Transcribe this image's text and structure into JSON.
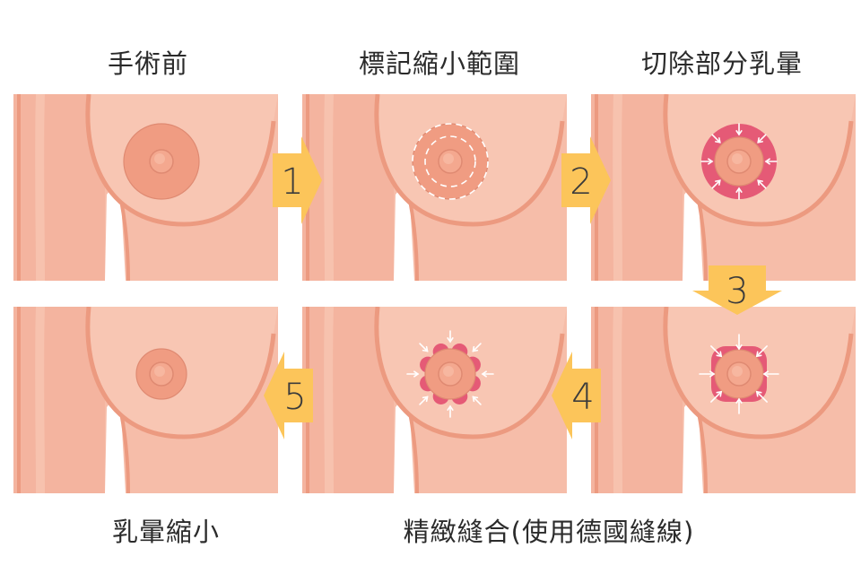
{
  "colors": {
    "skin": "#f6bda9",
    "skin_light": "#f8c6b3",
    "skin_line": "#ec9a80",
    "areola": "#f09c82",
    "areola_stroke": "#df8a72",
    "excision_red": "#e55a76",
    "arrow_yellow": "#fcc55a"
  },
  "steps": [
    {
      "label": "手術前",
      "type": "before"
    },
    {
      "label": "標記縮小範圍",
      "type": "marked"
    },
    {
      "label": "切除部分乳暈",
      "type": "excised"
    },
    {
      "label": "乳暈縮小",
      "type": "reduced"
    },
    {
      "label": "精緻縫合(使用德國縫線)",
      "type": "sutured"
    }
  ],
  "arrows": [
    {
      "number": "1",
      "direction": "right"
    },
    {
      "number": "2",
      "direction": "right"
    },
    {
      "number": "3",
      "direction": "down"
    },
    {
      "number": "4",
      "direction": "left"
    },
    {
      "number": "5",
      "direction": "left"
    }
  ]
}
